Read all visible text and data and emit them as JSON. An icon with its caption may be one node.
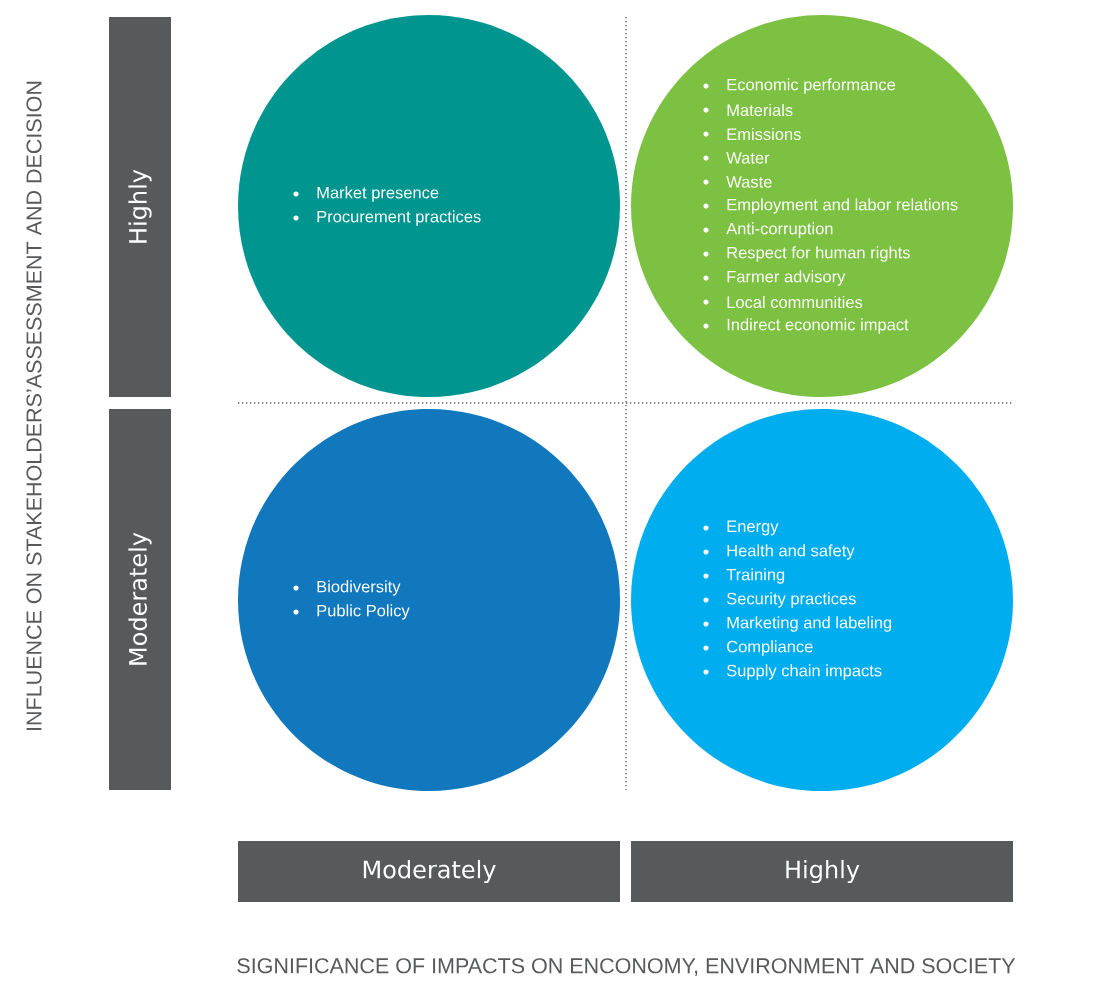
{
  "diagram": {
    "nodes": [
      {
        "text": [
          "Highly"
        ]
      },
      {
        "text": [
          "Market presence",
          "Procurement practices"
        ]
      },
      {
        "text": [
          "Economic performance",
          "Materials",
          "Emissions",
          "Water",
          "Waste",
          "Employment and labor relations",
          "Anti-corruption",
          "Respect for human rights",
          "Farmer advisory",
          "Local communities",
          "Indirect economic impact"
        ]
      },
      {
        "text": [
          "Moderately"
        ]
      },
      {
        "text": [
          "Biodiversity",
          "Public Policy"
        ]
      },
      {
        "text": [
          "Energy",
          "Health and safety",
          "Training",
          "Security practices",
          "Marketing and labeling",
          "Compliance",
          "Supply chain impacts"
        ]
      },
      {
        "text": [
          "Moderately"
        ]
      },
      {
        "text": [
          "Highly"
        ]
      }
    ],
    "labels": [
      "INFLUENCE ON STAKEHOLDERS’ASSESSMENT AND DECISION",
      "SIGNIFICANCE OF IMPACTS ON ENCONOMY, ENVIRONMENT AND SOCIETY"
    ]
  }
}
